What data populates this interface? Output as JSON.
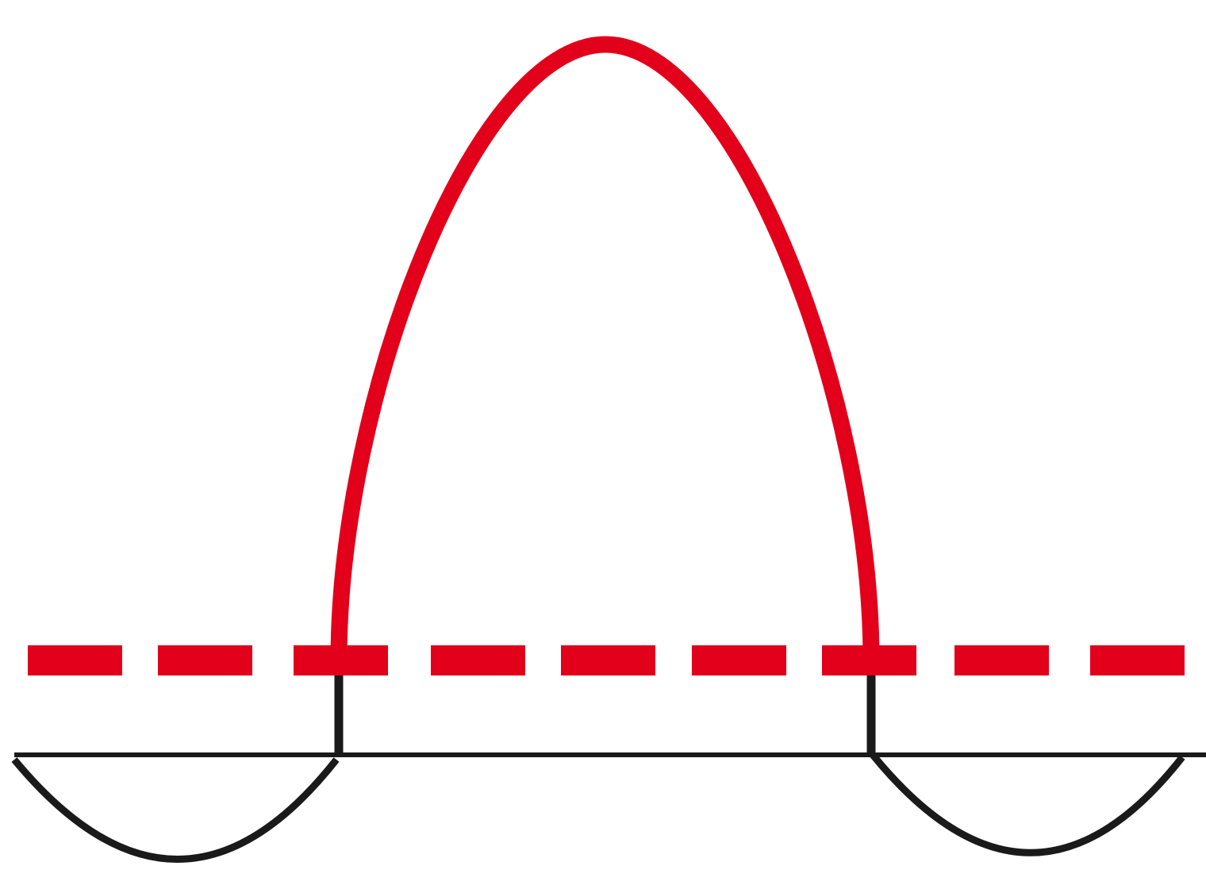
{
  "diagram": {
    "colors": {
      "accent": "#e2001a",
      "line": "#1a1a1a",
      "background": "#ffffff"
    },
    "elements": {
      "red_arch": "parabolic-arch",
      "dashed_line": "horizontal-dashed-line",
      "baseline": "horizontal-baseline",
      "left_curve": "downward-arc",
      "right_curve": "downward-arc",
      "left_post": "vertical-post",
      "right_post": "vertical-post"
    }
  }
}
